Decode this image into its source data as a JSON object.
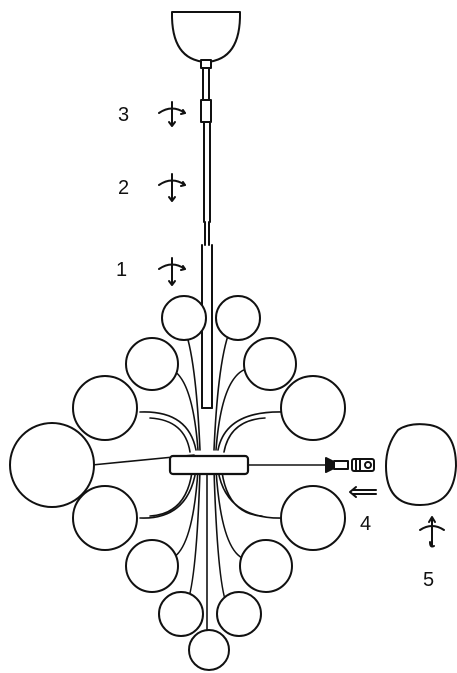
{
  "steps": [
    {
      "number": "1",
      "icon": "rotate-arrow-icon"
    },
    {
      "number": "2",
      "icon": "rotate-arrow-icon"
    },
    {
      "number": "3",
      "icon": "rotate-arrow-icon"
    },
    {
      "number": "4",
      "icon": "insert-arrow-icon"
    },
    {
      "number": "5",
      "icon": "rotate-arrow-icon"
    }
  ],
  "colors": {
    "line": "#111111",
    "fill": "#ffffff"
  }
}
